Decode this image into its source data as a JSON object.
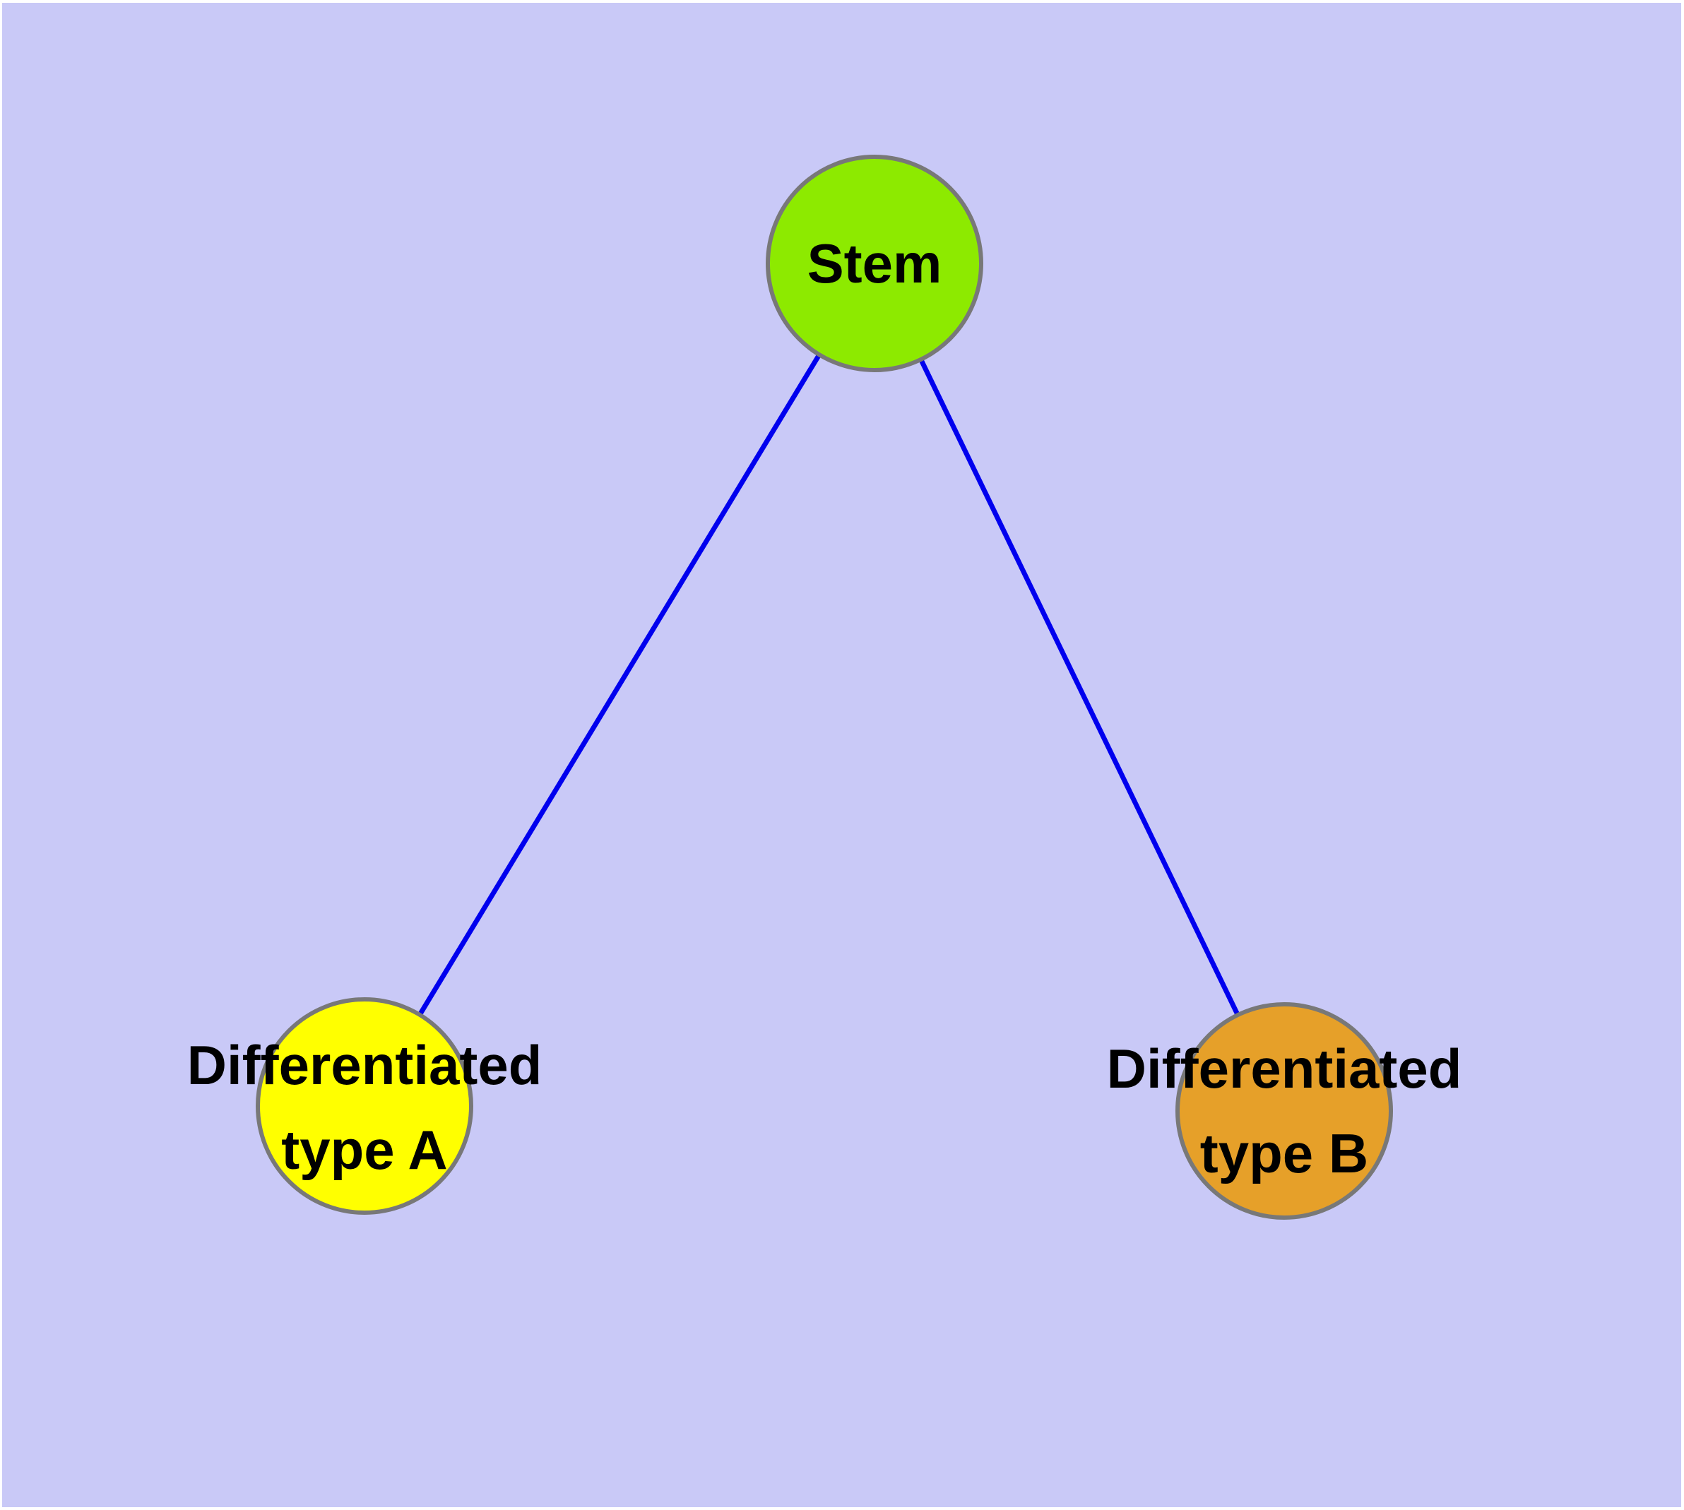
{
  "diagram": {
    "background_color": "#c9c9f7",
    "edge_color": "#0000ee",
    "node_border_color": "#787878",
    "label_color": "#000000",
    "nodes": [
      {
        "id": "stem",
        "label": "Stem",
        "label_lines": [
          "Stem"
        ],
        "color": "#8dea00"
      },
      {
        "id": "differentiated-type-a",
        "label": "Differentiated type A",
        "label_lines": [
          "Differentiated",
          "type A"
        ],
        "color": "#ffff00"
      },
      {
        "id": "differentiated-type-b",
        "label": "Differentiated type B",
        "label_lines": [
          "Differentiated",
          "type B"
        ],
        "color": "#e6a029"
      }
    ],
    "edges": [
      {
        "from": "stem",
        "to": "differentiated-type-a"
      },
      {
        "from": "stem",
        "to": "differentiated-type-b"
      }
    ]
  }
}
